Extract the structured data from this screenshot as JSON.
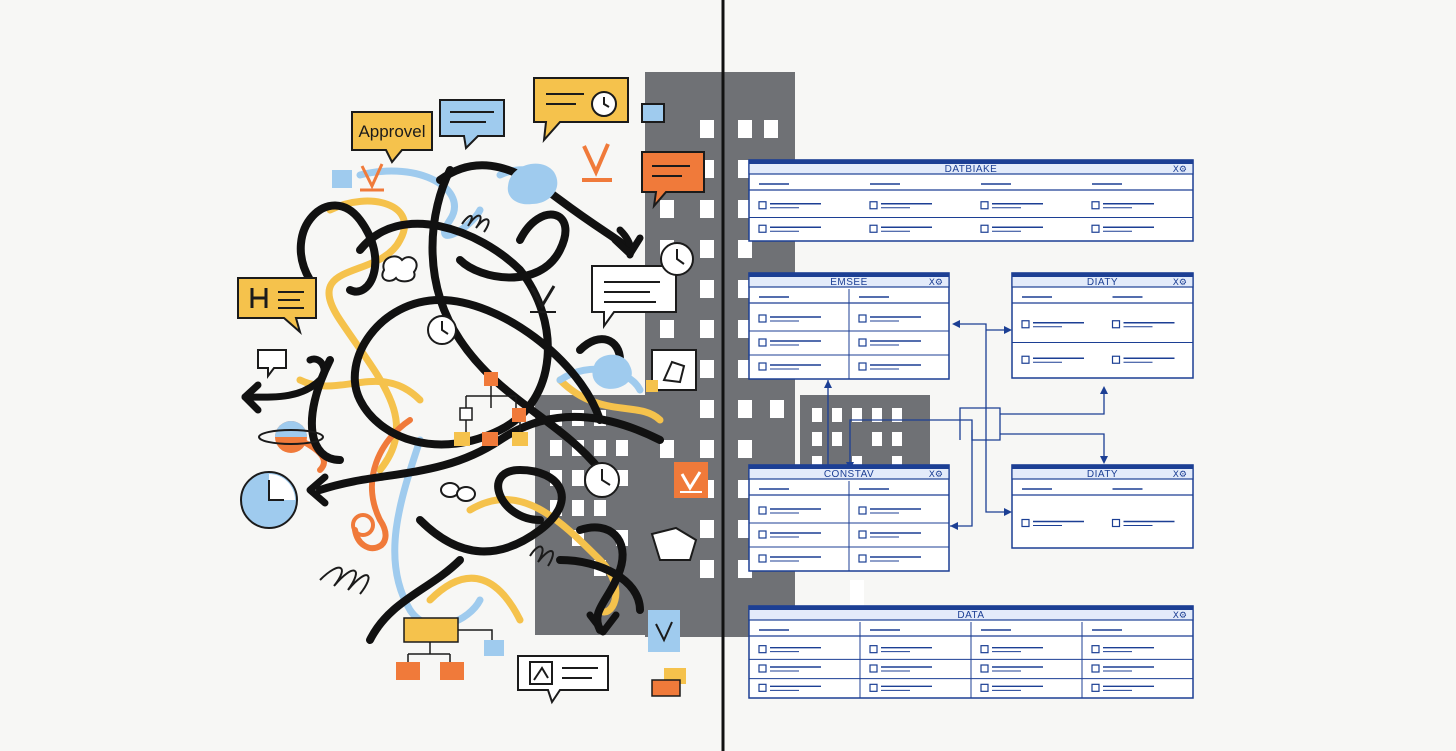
{
  "left_panel": {
    "approval_bubble": {
      "text": "Approvel"
    }
  },
  "right_panel": {
    "tables": [
      {
        "title": "DATBIAKE",
        "icons": "X⚙"
      },
      {
        "title": "EMSEE",
        "icons": "X⚙"
      },
      {
        "title": "DIATY",
        "icons": "X⚙"
      },
      {
        "title": "CONSTAV",
        "icons": "X⚙"
      },
      {
        "title": "DIATY",
        "icons": "X⚙"
      },
      {
        "title": "DATA",
        "icons": "X⚙"
      }
    ]
  },
  "colors": {
    "background": "#f7f7f5",
    "divider": "#111111",
    "building": "#6f7175",
    "window": "#ffffff",
    "ink": "#111111",
    "yellow": "#f5c24c",
    "blue": "#9fcbee",
    "orange": "#f07a3a",
    "schema_blue": "#1c3f94"
  }
}
